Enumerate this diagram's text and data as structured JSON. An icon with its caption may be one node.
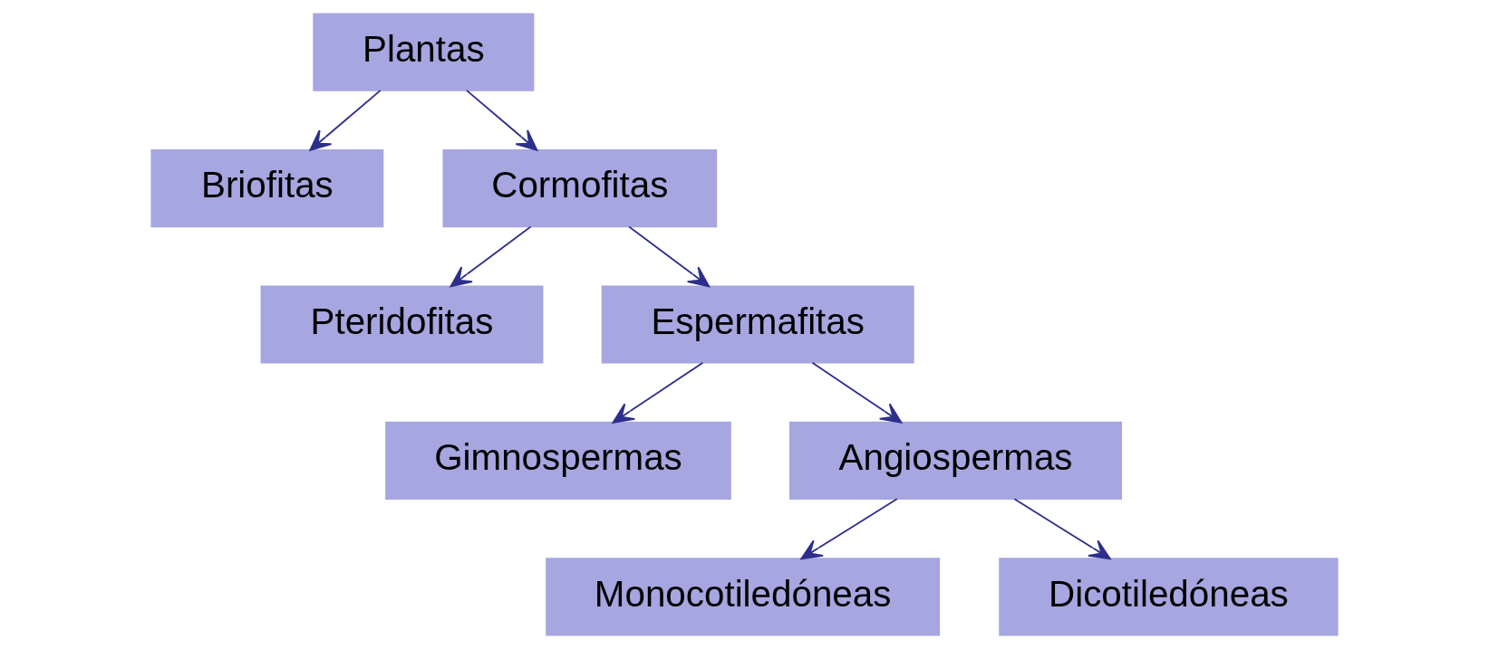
{
  "diagram": {
    "nodes": [
      {
        "text": [
          "Plantas"
        ]
      },
      {
        "text": [
          "Briofitas"
        ]
      },
      {
        "text": [
          "Cormofitas"
        ]
      },
      {
        "text": [
          "Pteridofitas"
        ]
      },
      {
        "text": [
          "Espermafitas"
        ]
      },
      {
        "text": [
          "Gimnospermas"
        ]
      },
      {
        "text": [
          "Angiospermas"
        ]
      },
      {
        "text": [
          "Monocotiledóneas"
        ]
      },
      {
        "text": [
          "Dicotiledóneas"
        ]
      }
    ],
    "edges": [
      {
        "from": 0,
        "to": 1,
        "arrow": "to"
      },
      {
        "from": 0,
        "to": 2,
        "arrow": "to"
      },
      {
        "from": 2,
        "to": 3,
        "arrow": "to"
      },
      {
        "from": 2,
        "to": 4,
        "arrow": "to"
      },
      {
        "from": 4,
        "to": 5,
        "arrow": "to"
      },
      {
        "from": 4,
        "to": 6,
        "arrow": "to"
      },
      {
        "from": 6,
        "to": 7,
        "arrow": "to"
      },
      {
        "from": 6,
        "to": 8,
        "arrow": "to"
      }
    ]
  }
}
